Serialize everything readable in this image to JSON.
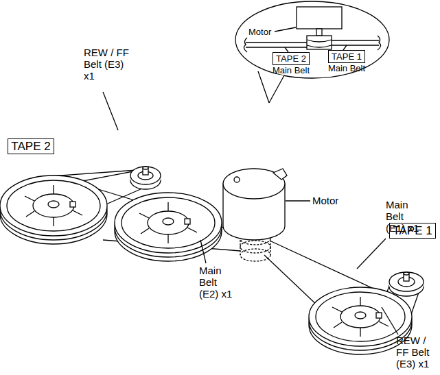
{
  "diagram": {
    "nodes": [
      {
        "text": [
          "TAPE 2",
          "Main Belt"
        ]
      },
      {
        "text": [
          "TAPE 1",
          "Main Belt"
        ]
      },
      {
        "text": [
          "TAPE 2"
        ]
      },
      {
        "text": [
          "TAPE 1"
        ]
      }
    ],
    "labels": [
      "Motor",
      "REW / FF Belt (E3) x1",
      "Motor",
      "Main Belt (E1) x1",
      "Main Belt (E2) x1",
      "REW / FF Belt (E3) x1"
    ]
  }
}
